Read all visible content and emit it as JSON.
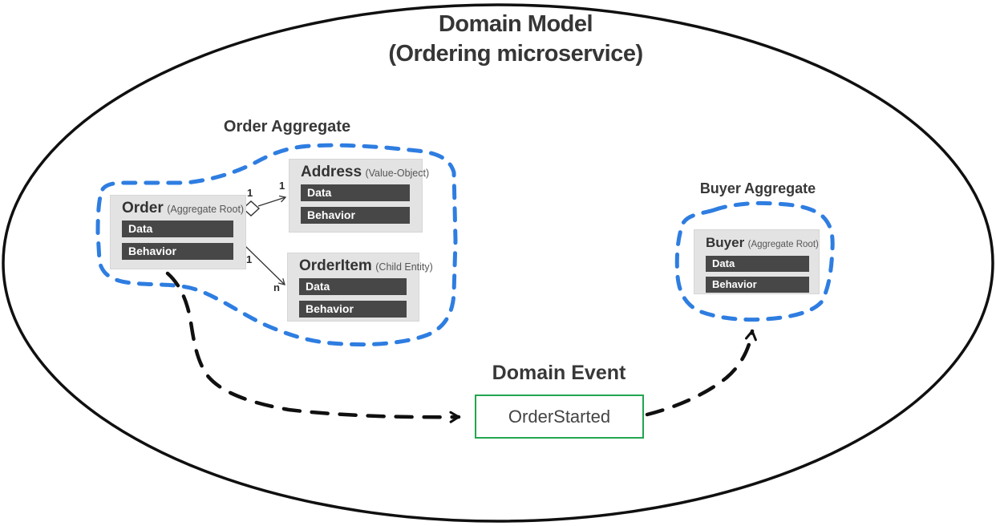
{
  "diagram": {
    "title_line1": "Domain Model",
    "title_line2": "(Ordering microservice)"
  },
  "order_aggregate": {
    "label": "Order Aggregate",
    "order": {
      "name": "Order",
      "stereotype": "(Aggregate Root)",
      "data_bar": "Data",
      "behavior_bar": "Behavior"
    },
    "address": {
      "name": "Address",
      "stereotype": "(Value-Object)",
      "data_bar": "Data",
      "behavior_bar": "Behavior"
    },
    "order_item": {
      "name": "OrderItem",
      "stereotype": "(Child Entity)",
      "data_bar": "Data",
      "behavior_bar": "Behavior"
    },
    "mult_order_address_source": "1",
    "mult_order_address_target": "1",
    "mult_order_item_source": "1",
    "mult_order_item_target": "n"
  },
  "buyer_aggregate": {
    "label": "Buyer Aggregate",
    "buyer": {
      "name": "Buyer",
      "stereotype": "(Aggregate Root)",
      "data_bar": "Data",
      "behavior_bar": "Behavior"
    }
  },
  "domain_event": {
    "label": "Domain Event",
    "name": "OrderStarted"
  },
  "colors": {
    "aggregate_outline_blue": "#2E7DE1",
    "event_border_green": "#22A550",
    "entity_background": "#E3E3E3",
    "member_bar_background": "#474747",
    "diagram_stroke_black": "#101010"
  }
}
